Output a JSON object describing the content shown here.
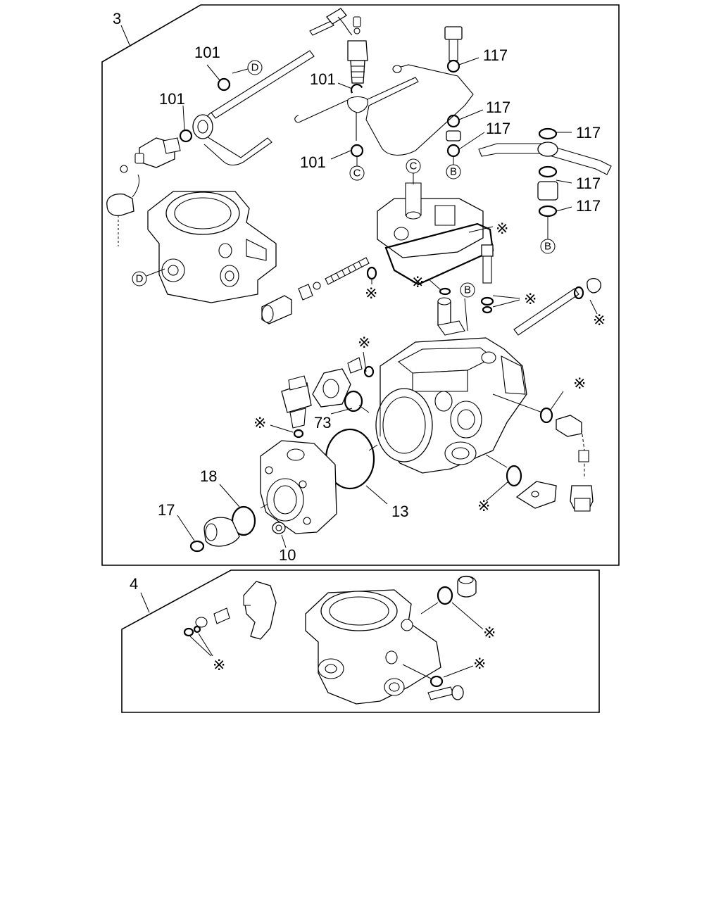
{
  "diagram": {
    "group_labels": [
      "3",
      "4"
    ],
    "part_numbers": [
      "101",
      "101",
      "101",
      "117",
      "117",
      "117",
      "117",
      "117",
      "73",
      "18",
      "17",
      "13",
      "10"
    ],
    "reference_letters": [
      "D",
      "D",
      "C",
      "C",
      "B",
      "B",
      "B"
    ],
    "asterisk": "※"
  }
}
